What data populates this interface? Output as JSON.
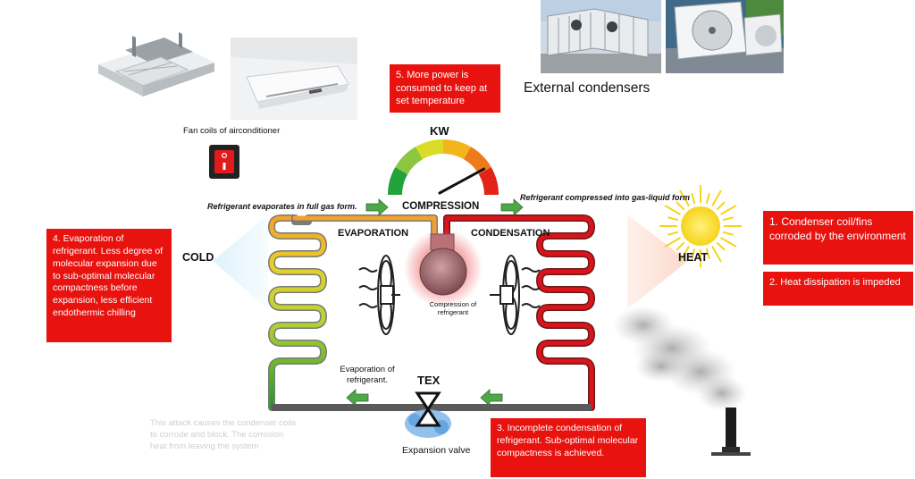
{
  "labels": {
    "fan_coils": "Fan coils of airconditioner",
    "external_condensers": "External condensers",
    "kw": "KW",
    "compression": "COMPRESSION",
    "evaporation": "EVAPORATION",
    "condensation": "CONDENSATION",
    "cold": "COLD",
    "heat": "HEAT",
    "tex": "TEX",
    "expansion_valve": "Expansion valve",
    "compression_of_refrigerant_1": "Compression of",
    "compression_of_refrigerant_2": "refrigerant",
    "evaporation_of_refrigerant_1": "Evaporation of",
    "evaporation_of_refrigerant_2": "refrigerant.",
    "refrigerant_evaporates": "Refrigerant evaporates in full gas form.",
    "refrigerant_compressed": "Refrigerant compressed into gas-liquid form"
  },
  "callouts": {
    "c1": "1. Condenser coil/fins corroded by the environment",
    "c2": "2. Heat dissipation is impeded",
    "c3": "3. Incomplete condensation of refrigerant.  Sub-optimal molecular compactness is achieved.",
    "c4": "4. Evaporation of refrigerant.  Less degree of molecular expansion due to sub-optimal molecular compactness before expansion, less efficient endothermic chilling",
    "c5": "5. More power is consumed to keep at set temperature"
  },
  "faded_text": {
    "line1": "This attack causes the condenser coils",
    "line2": "to corrode and block. The corrosion",
    "line3": "heat from leaving the system"
  },
  "gauge": {
    "reading_fraction": 0.82,
    "colors": [
      "#22a33a",
      "#8cc63f",
      "#d9dd27",
      "#f2b51c",
      "#ee7a1c",
      "#e2231a"
    ]
  },
  "colors": {
    "callout_red": "#e8120f",
    "cold_line": "#1e9a2a",
    "hot_line": "#d9141a",
    "arrow_green": "#4ea84a"
  }
}
